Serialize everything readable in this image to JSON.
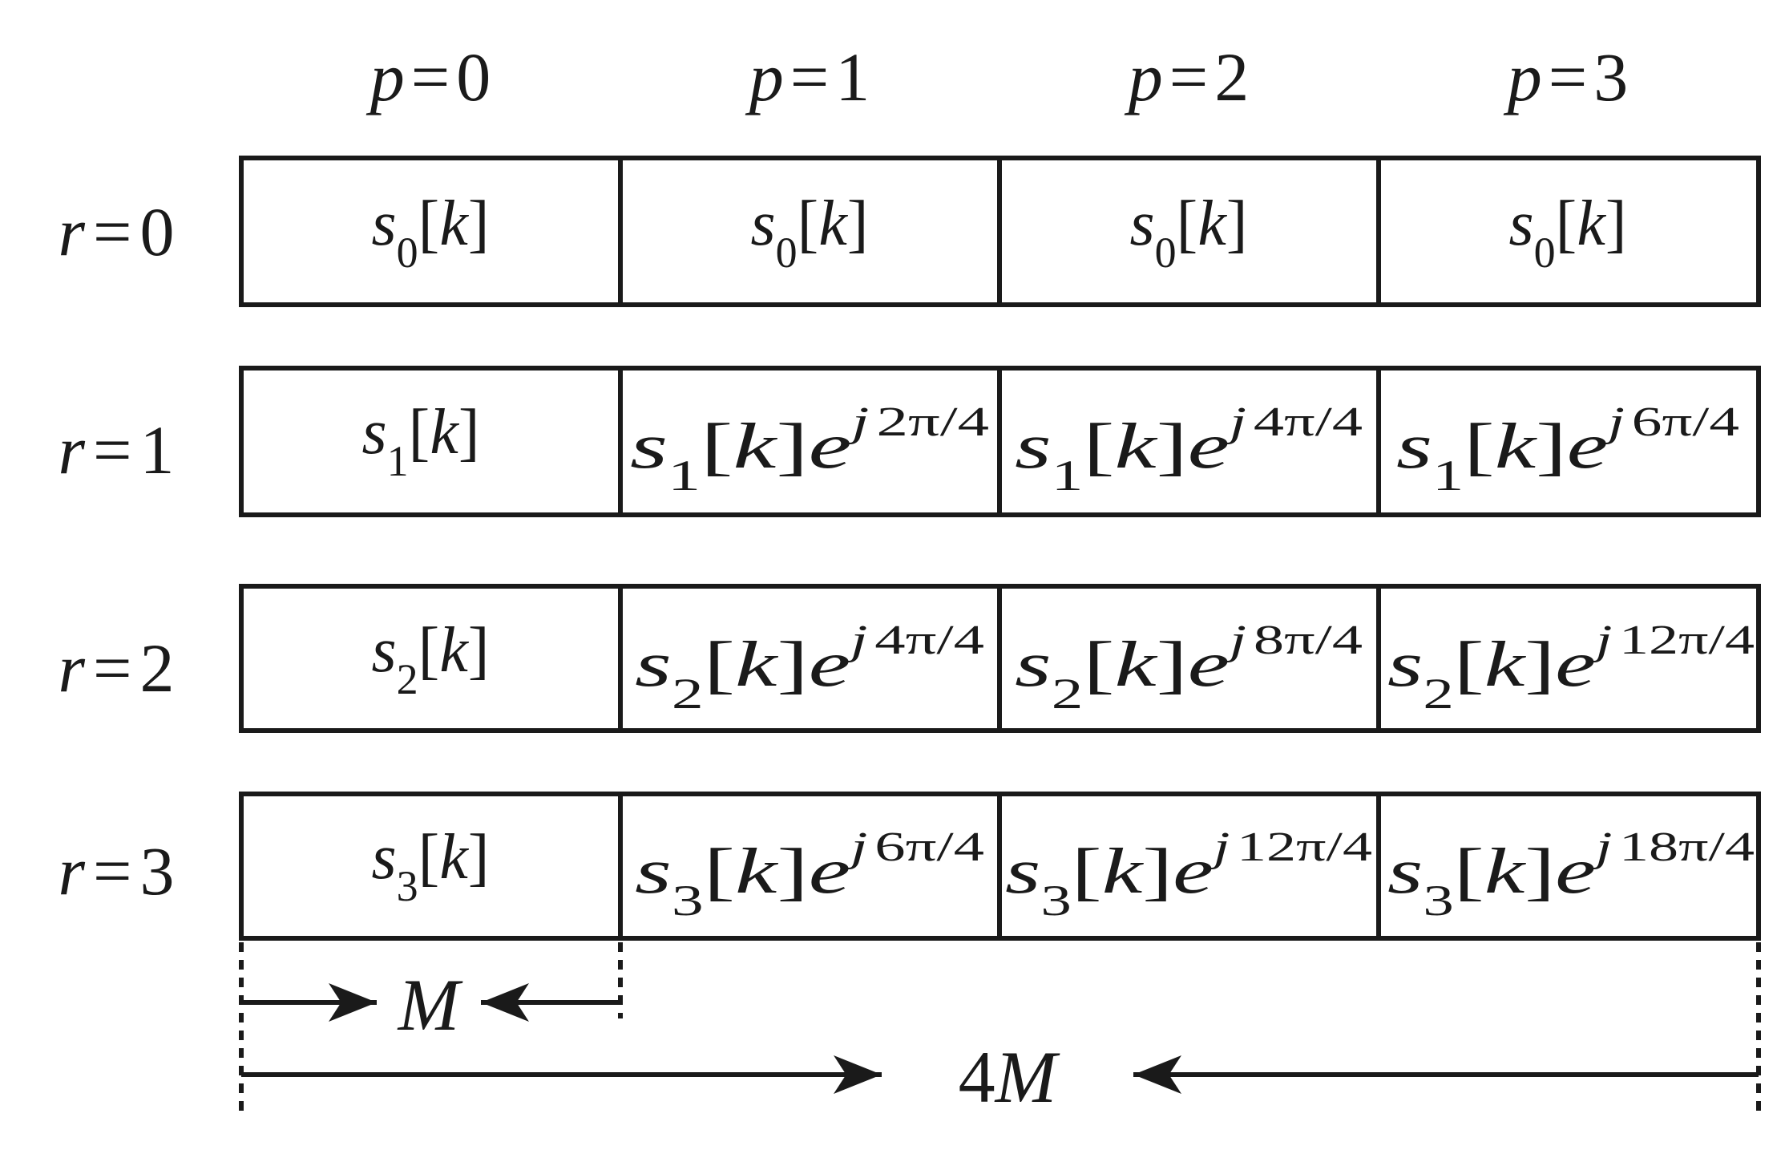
{
  "columns": [
    {
      "var": "p",
      "eq": "=",
      "val": "0"
    },
    {
      "var": "p",
      "eq": "=",
      "val": "1"
    },
    {
      "var": "p",
      "eq": "=",
      "val": "2"
    },
    {
      "var": "p",
      "eq": "=",
      "val": "3"
    }
  ],
  "rows": [
    {
      "var": "r",
      "eq": "=",
      "val": "0",
      "cells": [
        {
          "s": "s",
          "sub": "0",
          "open": "[",
          "k": "k",
          "close": "]",
          "e": "",
          "sup_j": "",
          "sup_rest": ""
        },
        {
          "s": "s",
          "sub": "0",
          "open": "[",
          "k": "k",
          "close": "]",
          "e": "",
          "sup_j": "",
          "sup_rest": ""
        },
        {
          "s": "s",
          "sub": "0",
          "open": "[",
          "k": "k",
          "close": "]",
          "e": "",
          "sup_j": "",
          "sup_rest": ""
        },
        {
          "s": "s",
          "sub": "0",
          "open": "[",
          "k": "k",
          "close": "]",
          "e": "",
          "sup_j": "",
          "sup_rest": ""
        }
      ]
    },
    {
      "var": "r",
      "eq": "=",
      "val": "1",
      "cells": [
        {
          "s": "s",
          "sub": "1",
          "open": "[",
          "k": "k",
          "close": "]",
          "e": "",
          "sup_j": "",
          "sup_rest": ""
        },
        {
          "s": "s",
          "sub": "1",
          "open": "[",
          "k": "k",
          "close": "]",
          "e": "e",
          "sup_j": "j",
          "sup_rest": "2π/4"
        },
        {
          "s": "s",
          "sub": "1",
          "open": "[",
          "k": "k",
          "close": "]",
          "e": "e",
          "sup_j": "j",
          "sup_rest": "4π/4"
        },
        {
          "s": "s",
          "sub": "1",
          "open": "[",
          "k": "k",
          "close": "]",
          "e": "e",
          "sup_j": "j",
          "sup_rest": "6π/4"
        }
      ]
    },
    {
      "var": "r",
      "eq": "=",
      "val": "2",
      "cells": [
        {
          "s": "s",
          "sub": "2",
          "open": "[",
          "k": "k",
          "close": "]",
          "e": "",
          "sup_j": "",
          "sup_rest": ""
        },
        {
          "s": "s",
          "sub": "2",
          "open": "[",
          "k": "k",
          "close": "]",
          "e": "e",
          "sup_j": "j",
          "sup_rest": "4π/4"
        },
        {
          "s": "s",
          "sub": "2",
          "open": "[",
          "k": "k",
          "close": "]",
          "e": "e",
          "sup_j": "j",
          "sup_rest": "8π/4"
        },
        {
          "s": "s",
          "sub": "2",
          "open": "[",
          "k": "k",
          "close": "]",
          "e": "e",
          "sup_j": "j",
          "sup_rest": "12π/4"
        }
      ]
    },
    {
      "var": "r",
      "eq": "=",
      "val": "3",
      "cells": [
        {
          "s": "s",
          "sub": "3",
          "open": "[",
          "k": "k",
          "close": "]",
          "e": "",
          "sup_j": "",
          "sup_rest": ""
        },
        {
          "s": "s",
          "sub": "3",
          "open": "[",
          "k": "k",
          "close": "]",
          "e": "e",
          "sup_j": "j",
          "sup_rest": "6π/4"
        },
        {
          "s": "s",
          "sub": "3",
          "open": "[",
          "k": "k",
          "close": "]",
          "e": "e",
          "sup_j": "j",
          "sup_rest": "12π/4"
        },
        {
          "s": "s",
          "sub": "3",
          "open": "[",
          "k": "k",
          "close": "]",
          "e": "e",
          "sup_j": "j",
          "sup_rest": "18π/4"
        }
      ]
    }
  ],
  "dimensions": {
    "small": {
      "var": "M"
    },
    "large": {
      "num": "4",
      "var": "M"
    }
  }
}
